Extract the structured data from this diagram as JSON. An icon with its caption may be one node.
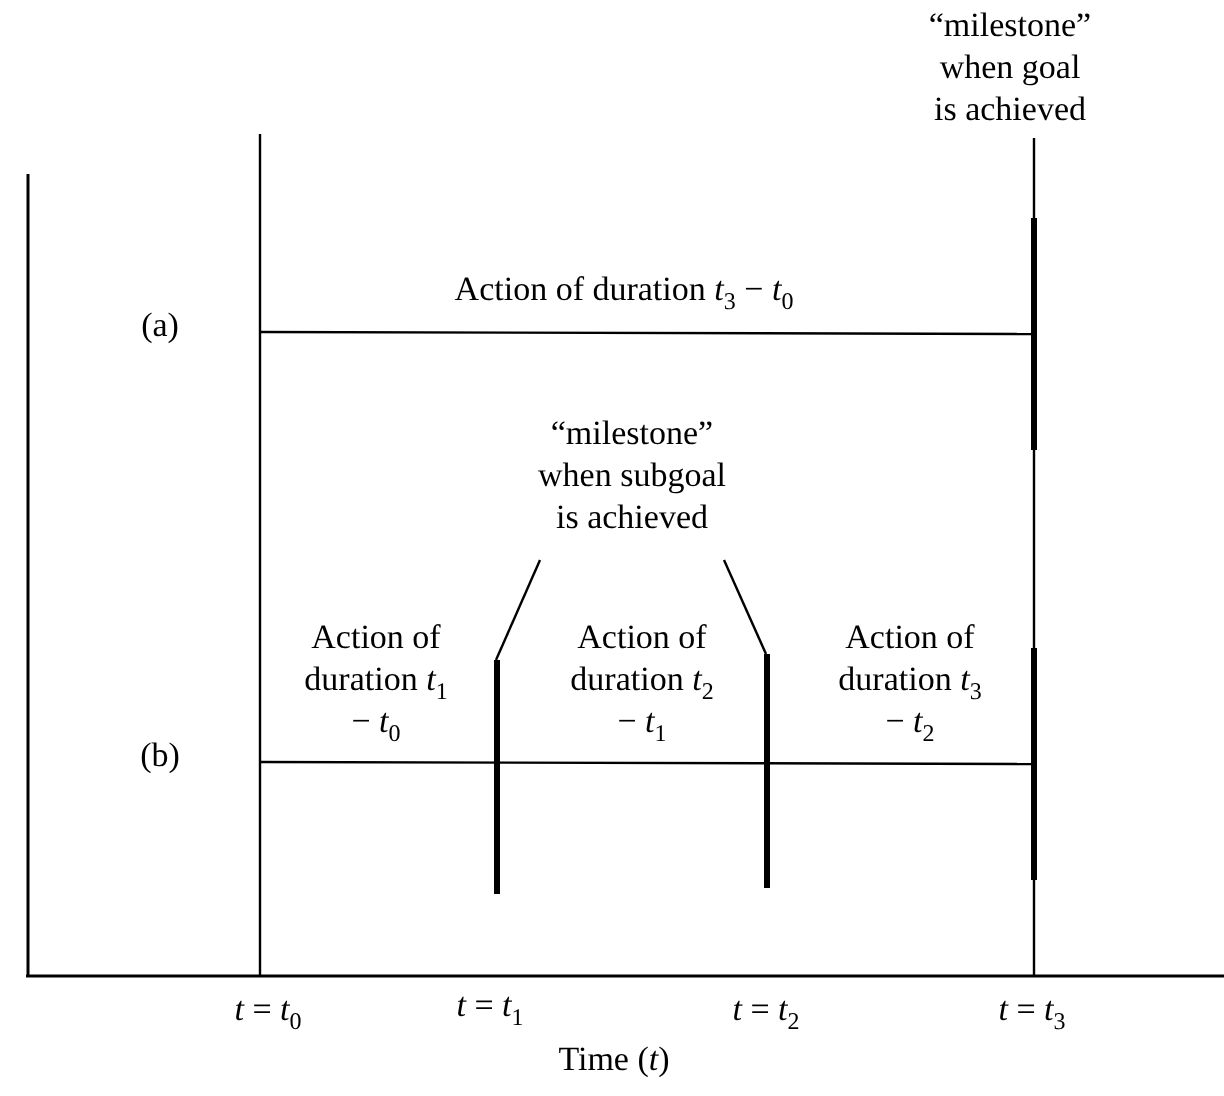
{
  "diagram": {
    "nodes": [
      {
        "text": [
          "“milestone” when subgoal is achieved"
        ]
      },
      {
        "text": [],
        "shape": "bar"
      },
      {
        "text": [],
        "shape": "bar"
      }
    ],
    "edges": [
      {
        "from": 0,
        "to": 1,
        "arrow": "none"
      },
      {
        "from": 0,
        "to": 2,
        "arrow": "none"
      }
    ],
    "labels": [
      "“milestone” when goal is achieved",
      "(a)",
      "Action of duration *t*$_{3}$ − *t*$_{0}$",
      "Action of duration *t*$_{1}$ − *t*$_{0}$",
      "Action of duration *t*$_{2}$ − *t*$_{1}$",
      "Action of duration *t*$_{3}$ − *t*$_{2}$",
      "(b)",
      "*t* = *t*$_{0}$",
      "*t* = *t*$_{1}$",
      "*t* = *t*$_{2}$",
      "*t* = *t*$_{3}$",
      "Time (*t*)"
    ]
  }
}
